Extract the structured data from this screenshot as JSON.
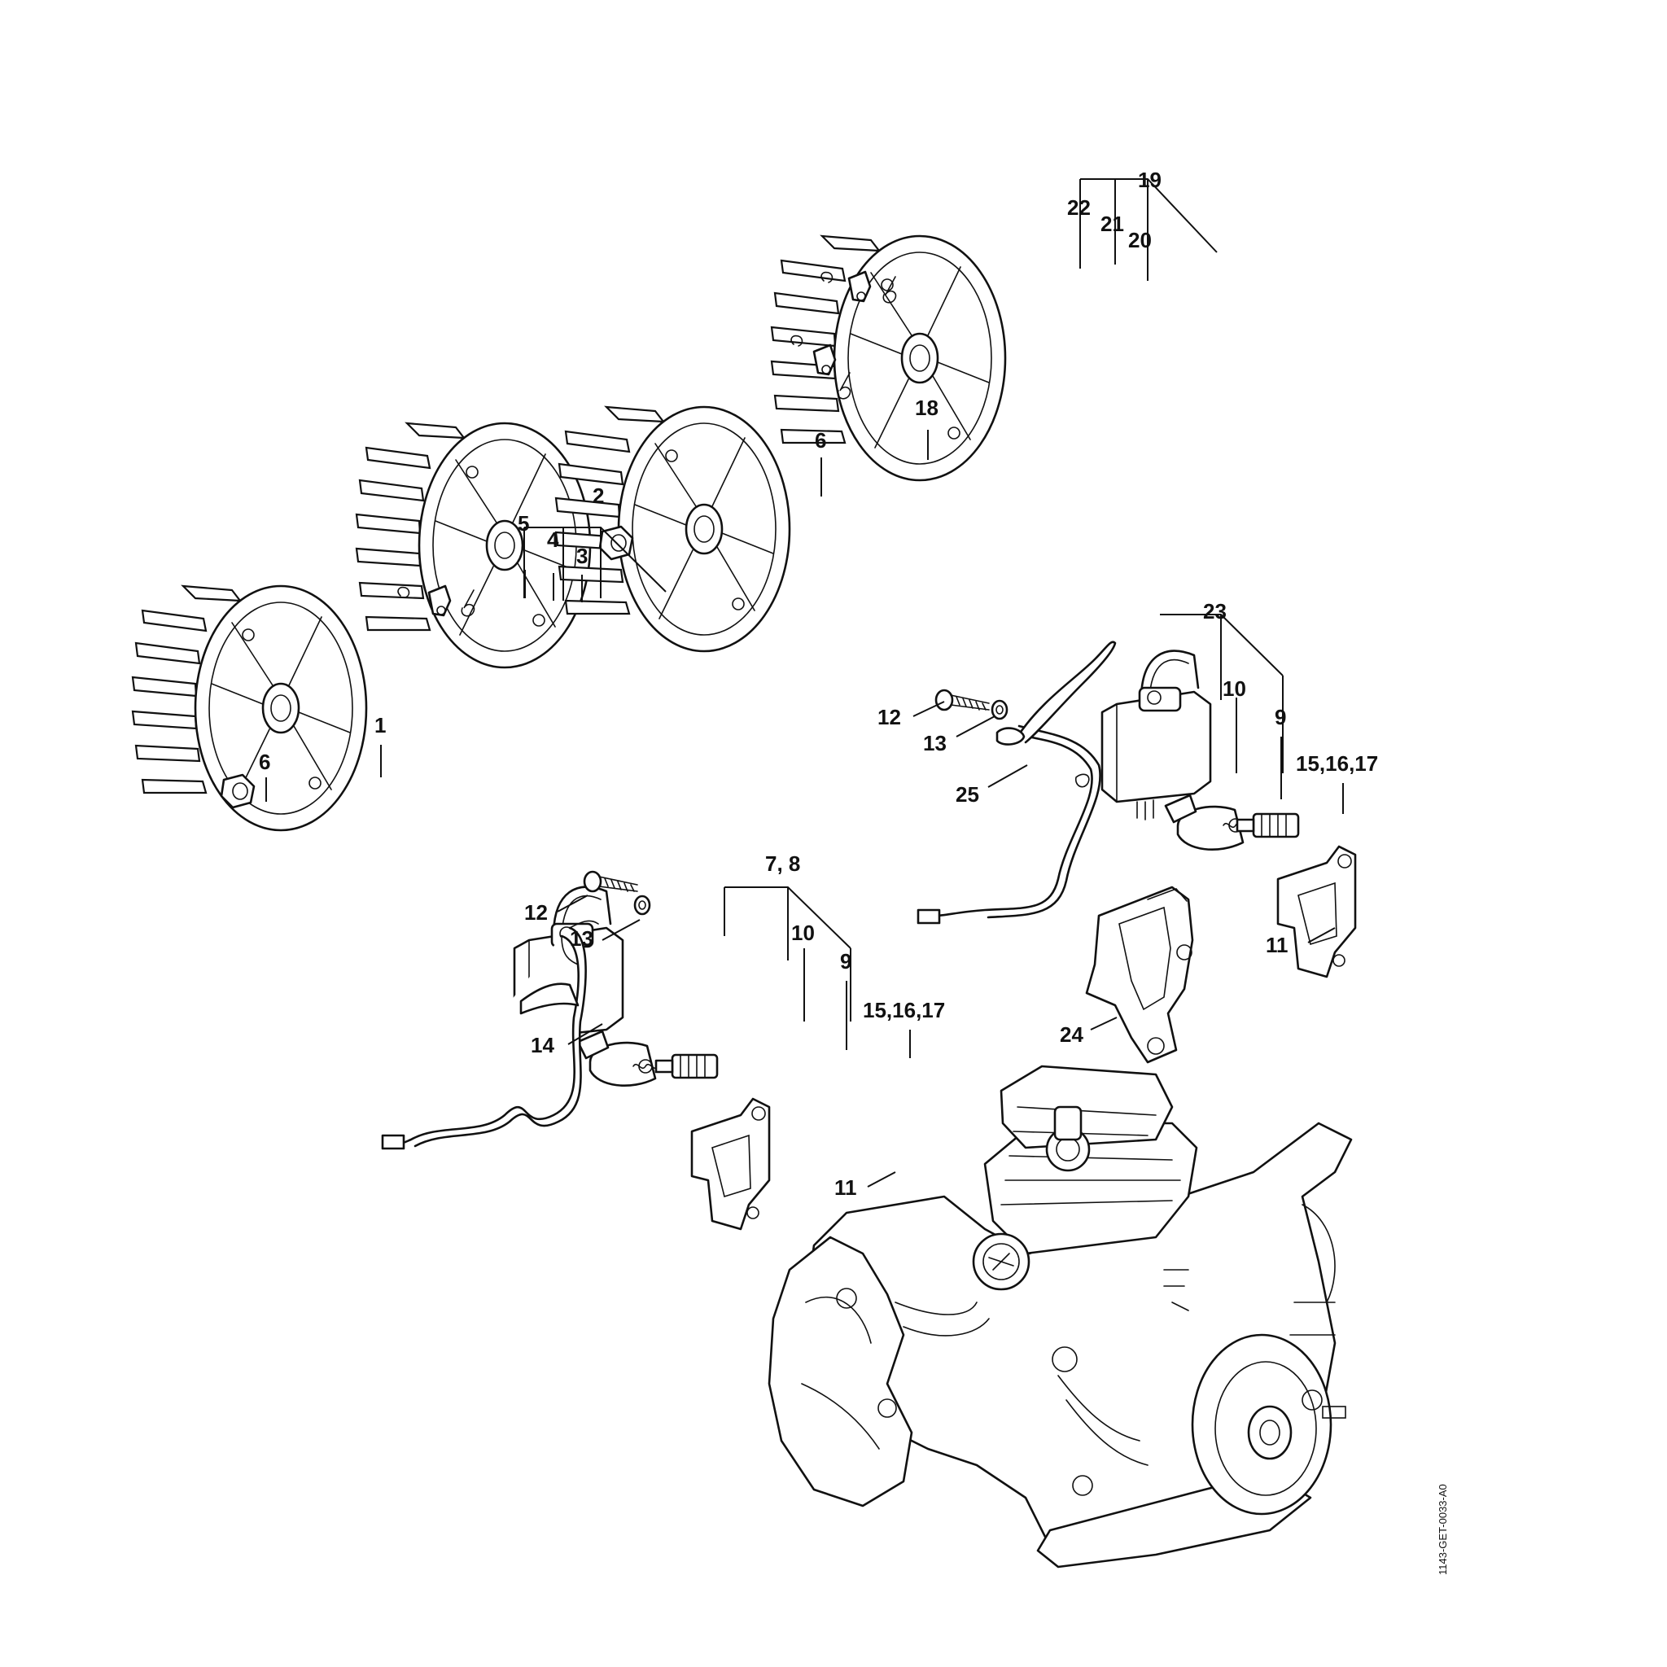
{
  "drawing_code": "1143-GET-0033-A0",
  "callouts": {
    "c1": "1",
    "c2": "2",
    "c3": "3",
    "c4": "4",
    "c5": "5",
    "c6a": "6",
    "c6b": "6",
    "c7_8": "7, 8",
    "c9a": "9",
    "c9b": "9",
    "c10a": "10",
    "c10b": "10",
    "c11a": "11",
    "c11b": "11",
    "c12a": "12",
    "c12b": "12",
    "c13a": "13",
    "c13b": "13",
    "c14": "14",
    "c15a": "15,16,17",
    "c15b": "15,16,17",
    "c18": "18",
    "c19": "19",
    "c20": "20",
    "c21": "21",
    "c22": "22",
    "c23": "23",
    "c24": "24",
    "c25": "25"
  }
}
